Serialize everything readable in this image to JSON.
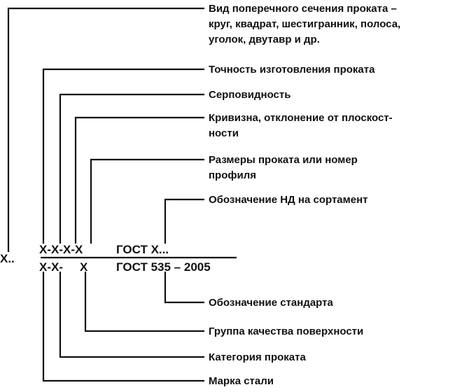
{
  "designation": {
    "prefix": "Х..",
    "numerator_left": "Х-Х-Х-Х",
    "numerator_right": "ГОСТ Х...",
    "denominator_left": "Х-Х-",
    "denominator_mid": "Х",
    "denominator_right": "ГОСТ 535 – 2005"
  },
  "labels_top": [
    {
      "lines": [
        "Вид поперечного сечения проката –",
        "круг, квадрат, шестигранник, полоса,",
        "уголок, двутавр и др."
      ]
    },
    {
      "lines": [
        "Точность изготовления проката"
      ]
    },
    {
      "lines": [
        "Серповидность"
      ]
    },
    {
      "lines": [
        "Кривизна, отклонение от плоскост-",
        "ности"
      ]
    },
    {
      "lines": [
        "Размеры проката или номер",
        "профиля"
      ]
    },
    {
      "lines": [
        "Обозначение НД на сортамент"
      ]
    }
  ],
  "labels_bottom": [
    {
      "lines": [
        "Обозначение стандарта"
      ]
    },
    {
      "lines": [
        "Группа качества поверхности"
      ]
    },
    {
      "lines": [
        "Категория проката"
      ]
    },
    {
      "lines": [
        "Марка стали"
      ]
    }
  ],
  "colors": {
    "ink": "#111111",
    "background": "#ffffff"
  }
}
